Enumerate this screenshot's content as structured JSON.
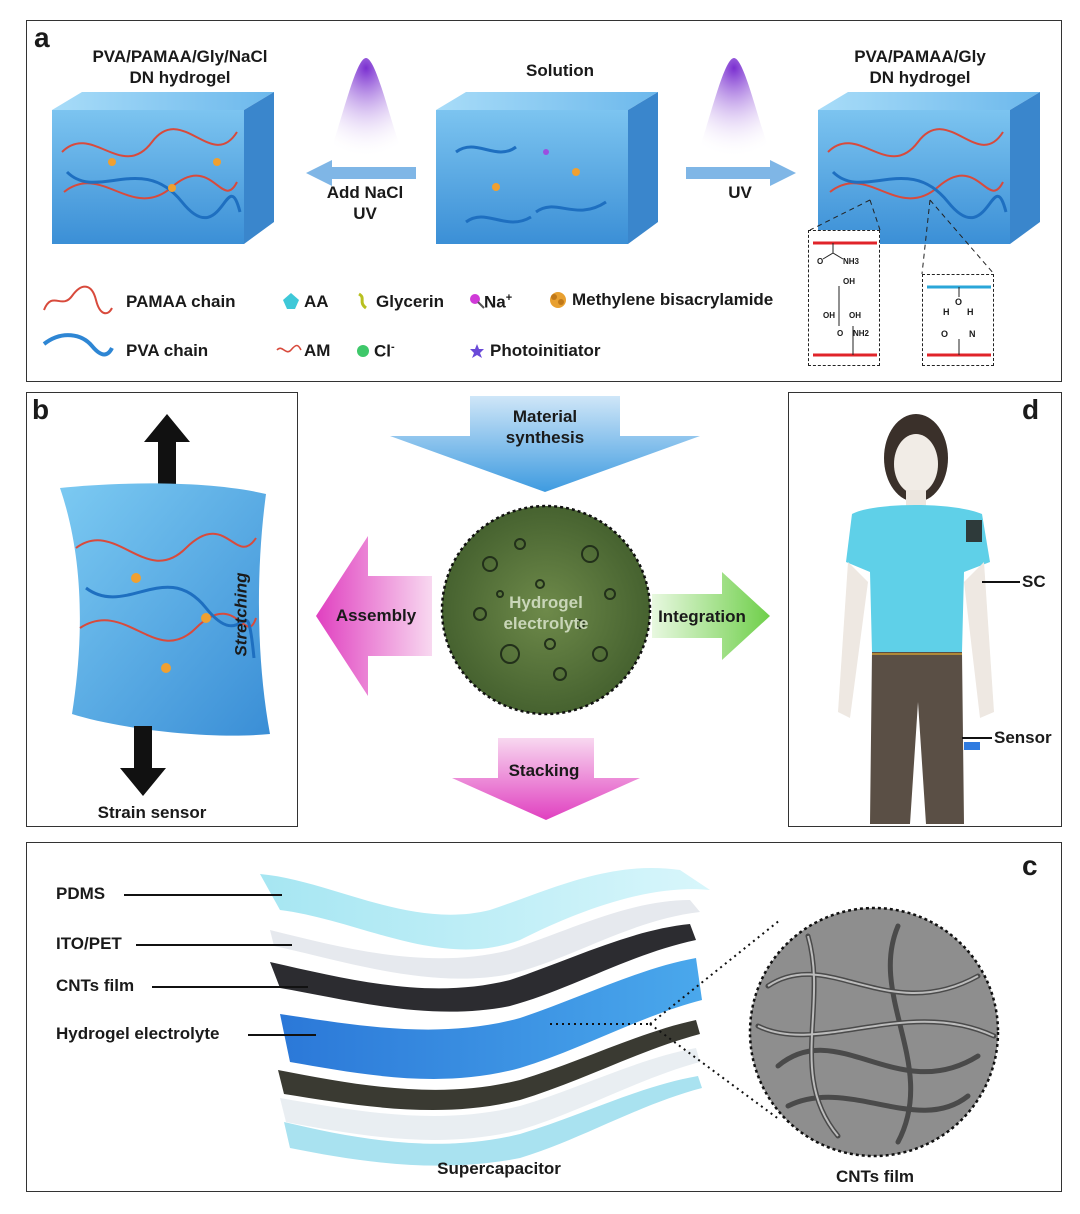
{
  "panels": {
    "a": "a",
    "b": "b",
    "c": "c",
    "d": "d"
  },
  "panel_a": {
    "left_title_1": "PVA/PAMAA/Gly/NaCl",
    "left_title_2": "DN hydrogel",
    "center_title": "Solution",
    "right_title_1": "PVA/PAMAA/Gly",
    "right_title_2": "DN hydrogel",
    "left_arrow_1": "Add NaCl",
    "left_arrow_2": "UV",
    "right_arrow": "UV",
    "legend": {
      "pamaa": "PAMAA chain",
      "pva": "PVA chain",
      "aa": "AA",
      "am": "AM",
      "glycerin": "Glycerin",
      "cl": "Cl",
      "cl_sup": "-",
      "na": "Na",
      "na_sup": "+",
      "mba": "Methylene bisacrylamide",
      "photo": "Photoinitiator"
    },
    "chem_left": {
      "nh3": "NH3",
      "oh1": "OH",
      "oh2": "OH",
      "oh3": "OH",
      "nh2": "NH2",
      "o1": "O",
      "o2": "O"
    },
    "chem_right": {
      "o1": "O",
      "o2": "O",
      "h1": "H",
      "h2": "H",
      "n": "N"
    }
  },
  "center": {
    "synthesis_1": "Material",
    "synthesis_2": "synthesis",
    "assembly": "Assembly",
    "integration": "Integration",
    "stacking": "Stacking",
    "circle_1": "Hydrogel",
    "circle_2": "electrolyte"
  },
  "panel_b": {
    "stretching": "Stretching",
    "caption": "Strain sensor"
  },
  "panel_d": {
    "sc": "SC",
    "sensor": "Sensor"
  },
  "panel_c": {
    "layers": [
      "PDMS",
      "ITO/PET",
      "CNTs film",
      "Hydrogel electrolyte"
    ],
    "caption_left": "Supercapacitor",
    "caption_right": "CNTs film"
  },
  "colors": {
    "hydrogel_blue": "#5aaee8",
    "pamaa_red": "#d84a3c",
    "pva_blue": "#2e86d4",
    "uv_purple": "#9b4fe0",
    "arrow_magenta": "#e85ad0",
    "arrow_green": "#6fcf4a",
    "shirt_cyan": "#5fd0e8",
    "pants": "#5a4f45"
  }
}
